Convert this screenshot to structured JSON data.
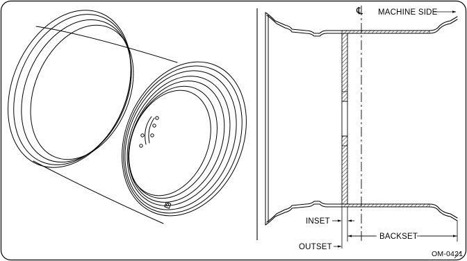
{
  "labels": {
    "centerline": "℄",
    "machine_side": "MACHINE SIDE",
    "inset": "INSET",
    "outset": "OUTSET",
    "backset": "BACKSET",
    "figure_id": "OM-0421"
  }
}
